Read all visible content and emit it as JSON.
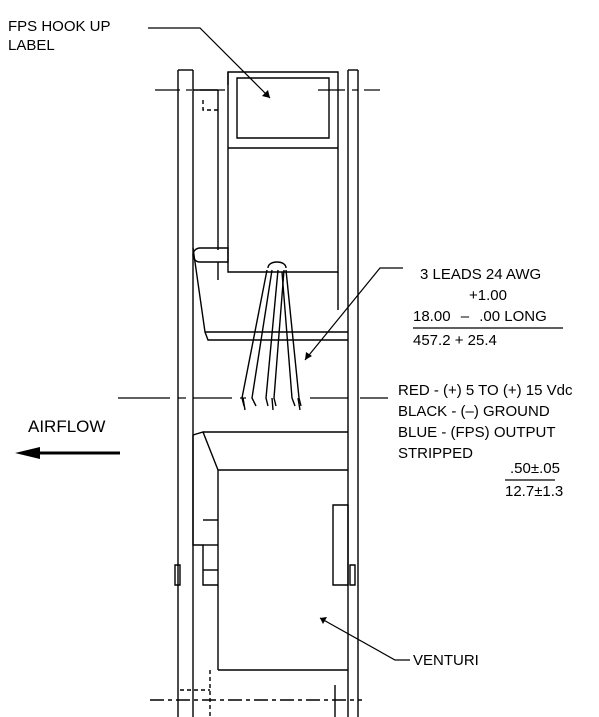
{
  "labels": {
    "fps_label_line1": "FPS HOOK UP",
    "fps_label_line2": "LABEL",
    "leads_line1": "3 LEADS 24 AWG",
    "leads_tol_plus": "+1.00",
    "leads_length": "18.00",
    "leads_dash": "–",
    "leads_tol_minus": ".00 LONG",
    "leads_metric": "457.2 + 25.4",
    "wire_red": "RED - (+) 5 TO (+) 15 Vdc",
    "wire_black": "BLACK - (–) GROUND",
    "wire_blue": "BLUE - (FPS) OUTPUT",
    "stripped": "STRIPPED",
    "strip_len_in": ".50±.05",
    "strip_len_mm": "12.7±1.3",
    "airflow": "AIRFLOW",
    "venturi": "VENTURI"
  }
}
